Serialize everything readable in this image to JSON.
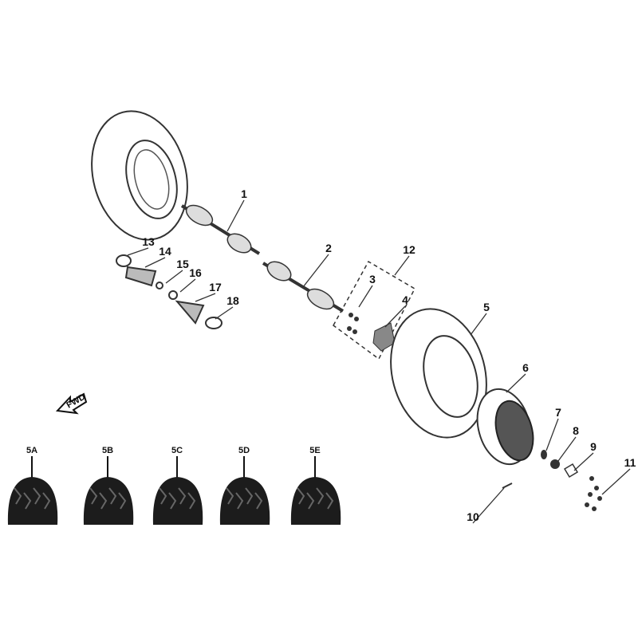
{
  "callouts": [
    "1",
    "2",
    "3",
    "4",
    "5",
    "6",
    "7",
    "8",
    "9",
    "10",
    "11",
    "12",
    "13",
    "14",
    "15",
    "16",
    "17",
    "18"
  ],
  "tire_options": [
    "5A",
    "5B",
    "5C",
    "5D",
    "5E"
  ],
  "fwd_label": "FWD",
  "colors": {
    "ink": "#111111",
    "tire": "#1c1c1c",
    "line": "#333333"
  }
}
